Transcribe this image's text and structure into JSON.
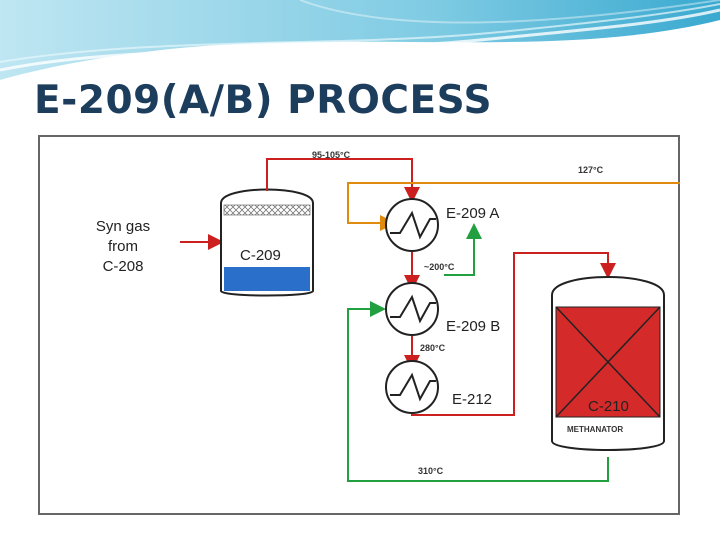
{
  "slide": {
    "title": "E-209(A/B)  PROCESS"
  },
  "diagram": {
    "labels": {
      "syn_gas": [
        "Syn gas",
        "from",
        "C-208"
      ],
      "c209": "C-209",
      "e209a": "E-209 A",
      "e209b": "E-209 B",
      "e212": "E-212",
      "c210": "C-210",
      "methanator": "METHANATOR"
    },
    "temperatures": {
      "top_line": "95-105°C",
      "right_line": "127°C",
      "after_a": "~200°C",
      "after_b": "280°C",
      "bottom_line": "310°C"
    },
    "colors": {
      "hot_line": "#cc2020",
      "cold_line": "#22a040",
      "orange_line": "#e08a10",
      "water": "#2a6fc9",
      "catalyst": "#d42a2a",
      "title": "#1d3d5c"
    }
  }
}
